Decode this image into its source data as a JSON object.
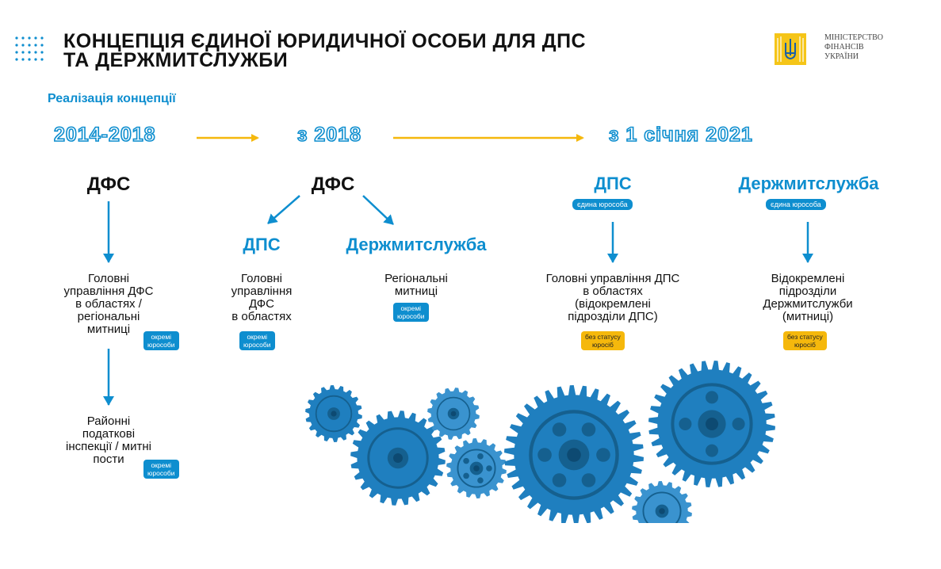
{
  "header": {
    "title_line1": "КОНЦЕПЦІЯ ЄДИНОЇ ЮРИДИЧНОЇ ОСОБИ ДЛЯ ДПС",
    "title_line2": "ТА ДЕРЖМИТСЛУЖБИ",
    "ministry_line1": "МІНІСТЕРСТВО",
    "ministry_line2": "ФІНАНСІВ",
    "ministry_line3": "УКРАЇНИ"
  },
  "subtitle": "Реалізація концепції",
  "timeline": {
    "period1": "2014-2018",
    "period2": "з 2018",
    "period3": "з 1 січня 2021"
  },
  "col1": {
    "header": "ДФС",
    "node1_line1": "Головні",
    "node1_line2": "управління ДФС",
    "node1_line3": "в областях /",
    "node1_line4": "регіональні",
    "node1_line5": "митниці",
    "node1_badge_line1": "окремі",
    "node1_badge_line2": "юрособи",
    "node2_line1": "Районні",
    "node2_line2": "податкові",
    "node2_line3": "інспекції / митні",
    "node2_line4": "пости",
    "node2_badge_line1": "окремі",
    "node2_badge_line2": "юрособи"
  },
  "col2": {
    "header": "ДФС",
    "left_header": "ДПС",
    "right_header": "Держмитслужба",
    "left_line1": "Головні",
    "left_line2": "управління",
    "left_line3": "ДФС",
    "left_line4": "в областях",
    "left_badge_line1": "окремі",
    "left_badge_line2": "юрособи",
    "right_line1": "Регіональні",
    "right_line2": "митниці",
    "right_badge_line1": "окремі",
    "right_badge_line2": "юрособи"
  },
  "col3": {
    "header": "ДПС",
    "header_badge": "єдина юрособа",
    "line1": "Головні управління ДПС",
    "line2": "в областях",
    "line3": "(відокремлені",
    "line4": "підрозділи ДПС)",
    "badge_line1": "без статусу",
    "badge_line2": "юросіб"
  },
  "col4": {
    "header": "Держмитслужба",
    "header_badge": "єдина юрособа",
    "line1": "Відокремлені",
    "line2": "підрозділи",
    "line3": "Держмитслужби",
    "line4": "(митниці)",
    "badge_line1": "без статусу",
    "badge_line2": "юросіб"
  },
  "colors": {
    "accent_blue": "#0e8ecf",
    "accent_yellow": "#f5b80c",
    "gear_blue": "#1f7fbf"
  },
  "icons": {
    "logo": "ukraine-trident-logo-icon",
    "decor": "gears-illustration"
  }
}
